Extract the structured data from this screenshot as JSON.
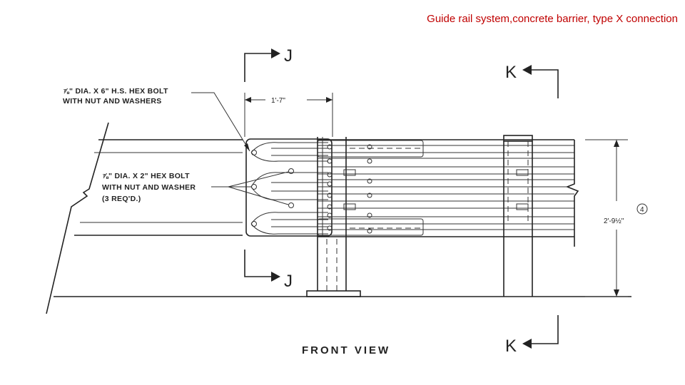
{
  "slide": {
    "title": "Guide rail system,concrete barrier, type X connection"
  },
  "drawing": {
    "section_j_top": "J",
    "section_j_bottom": "J",
    "section_k_top": "K",
    "section_k_bottom": "K",
    "note_bolt_hs": [
      "⅞\" DIA. X 6\" H.S. HEX BOLT",
      "WITH NUT AND WASHERS"
    ],
    "note_bolt_hex": [
      "⅞\" DIA. X 2\" HEX BOLT",
      "WITH NUT AND WASHER",
      "(3 REQ'D.)"
    ],
    "dim_top": "1'-7\"",
    "dim_height": "2'-9½\"",
    "callout": "4",
    "caption": "FRONT VIEW"
  }
}
